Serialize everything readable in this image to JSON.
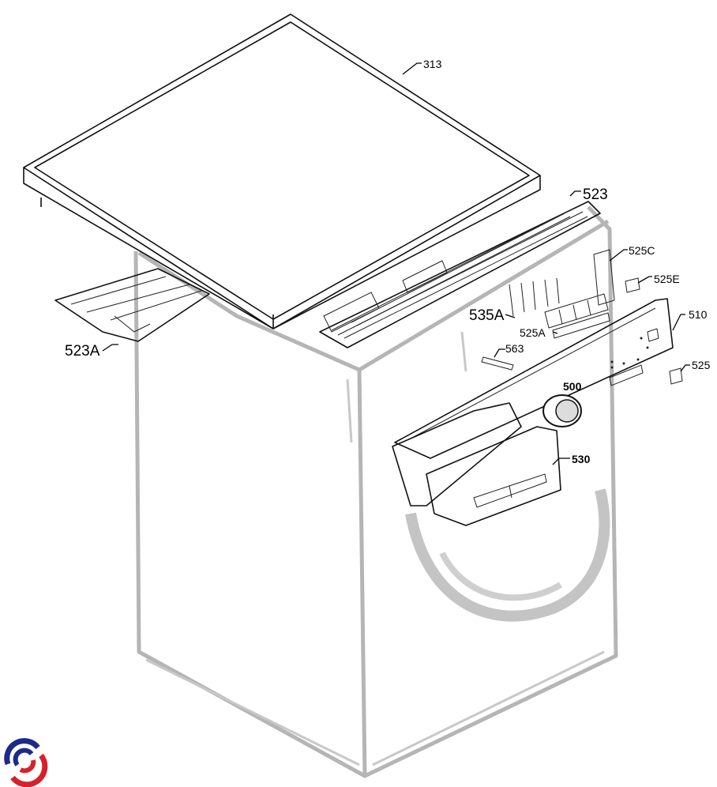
{
  "diagram": {
    "labels": {
      "p313": "313",
      "p523": "523",
      "p525C": "525C",
      "p525E": "525E",
      "p510": "510",
      "p535A": "535A",
      "p525A": "525A",
      "p563": "563",
      "p525": "525",
      "p500": "500",
      "p530": "530",
      "p523A": "523A"
    },
    "logo": {
      "colors": {
        "blue": "#1c2a8c",
        "red": "#d8202a"
      }
    }
  }
}
